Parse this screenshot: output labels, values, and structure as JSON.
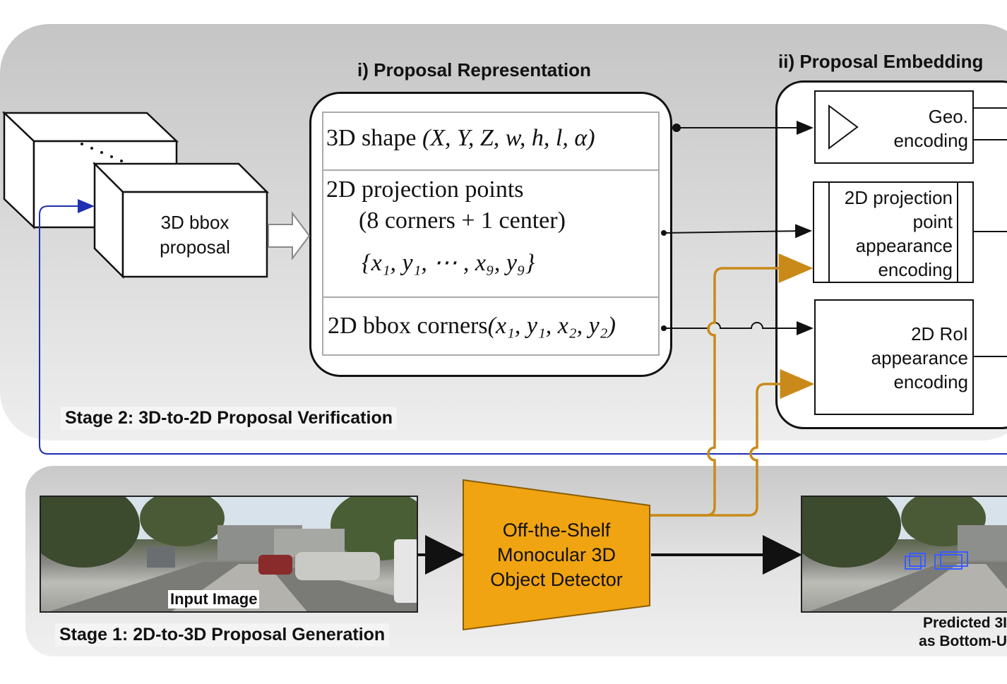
{
  "stage2": {
    "label": "Stage 2: 3D-to-2D Proposal Verification",
    "representation_title": "i) Proposal Representation",
    "embedding_title": "ii) Proposal Embedding",
    "cube_label_line1": "3D bbox",
    "cube_label_line2": "proposal",
    "rep_rows": {
      "shape_prefix": "3D shape ",
      "shape_math": "(X, Y, Z, w, h, l, α)",
      "proj_line1": "2D projection points",
      "proj_line2": "(8 corners + 1 center)",
      "proj_line3": "{x₁, y₁, ⋯ , x₉, y₉}",
      "bbox_prefix": "2D bbox corners",
      "bbox_math": "(x₁, y₁, x₂, y₂)"
    },
    "encoders": {
      "geo_line1": "Geo.",
      "geo_line2": "encoding",
      "proj_line1": "2D projection",
      "proj_line2": "point",
      "proj_line3": "appearance",
      "proj_line4": "encoding",
      "roi_line1": "2D RoI",
      "roi_line2": "appearance",
      "roi_line3": "encoding"
    }
  },
  "stage1": {
    "label": "Stage 1: 2D-to-3D Proposal Generation",
    "input_image_label": "Input Image",
    "detector_line1": "Off-the-Shelf",
    "detector_line2": "Monocular 3D",
    "detector_line3": "Object Detector",
    "predicted_line1": "Predicted 3I",
    "predicted_line2": "as Bottom-U"
  },
  "colors": {
    "detector_fill": "#f0a412",
    "detector_arrow": "#c98a1a",
    "feedback_arrow": "#1f2fb0",
    "pred_boxes": "#3a5cff"
  }
}
